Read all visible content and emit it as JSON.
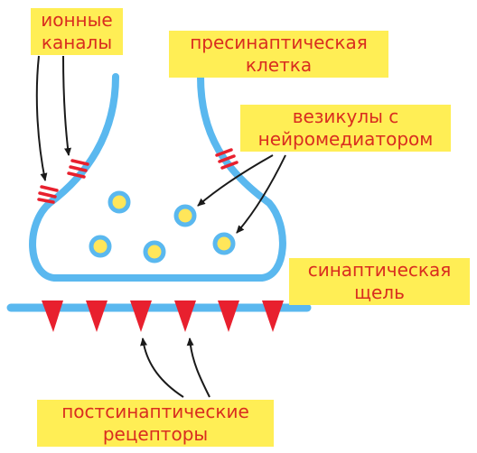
{
  "colors": {
    "membrane": "#5ab8ef",
    "vesicle_fill": "#ffe65a",
    "vesicle_stroke": "#5ab8ef",
    "channel": "#e8202e",
    "receptor": "#e8202e",
    "label_bg": "#ffee55",
    "label_text": "#d92d1f",
    "arrow": "#1a1a1a"
  },
  "labels": {
    "ion_channels": {
      "line1": "ионные",
      "line2": "каналы"
    },
    "presynaptic_cell": {
      "line1": "пресинаптическая",
      "line2": "клетка"
    },
    "vesicles": {
      "line1": "везикулы с",
      "line2": "нейромедиатором"
    },
    "synaptic_cleft": {
      "line1": "синаптическая",
      "line2": "щель"
    },
    "postsynaptic_receptors": {
      "line1": "постсинаптические",
      "line2": "рецепторы"
    }
  }
}
